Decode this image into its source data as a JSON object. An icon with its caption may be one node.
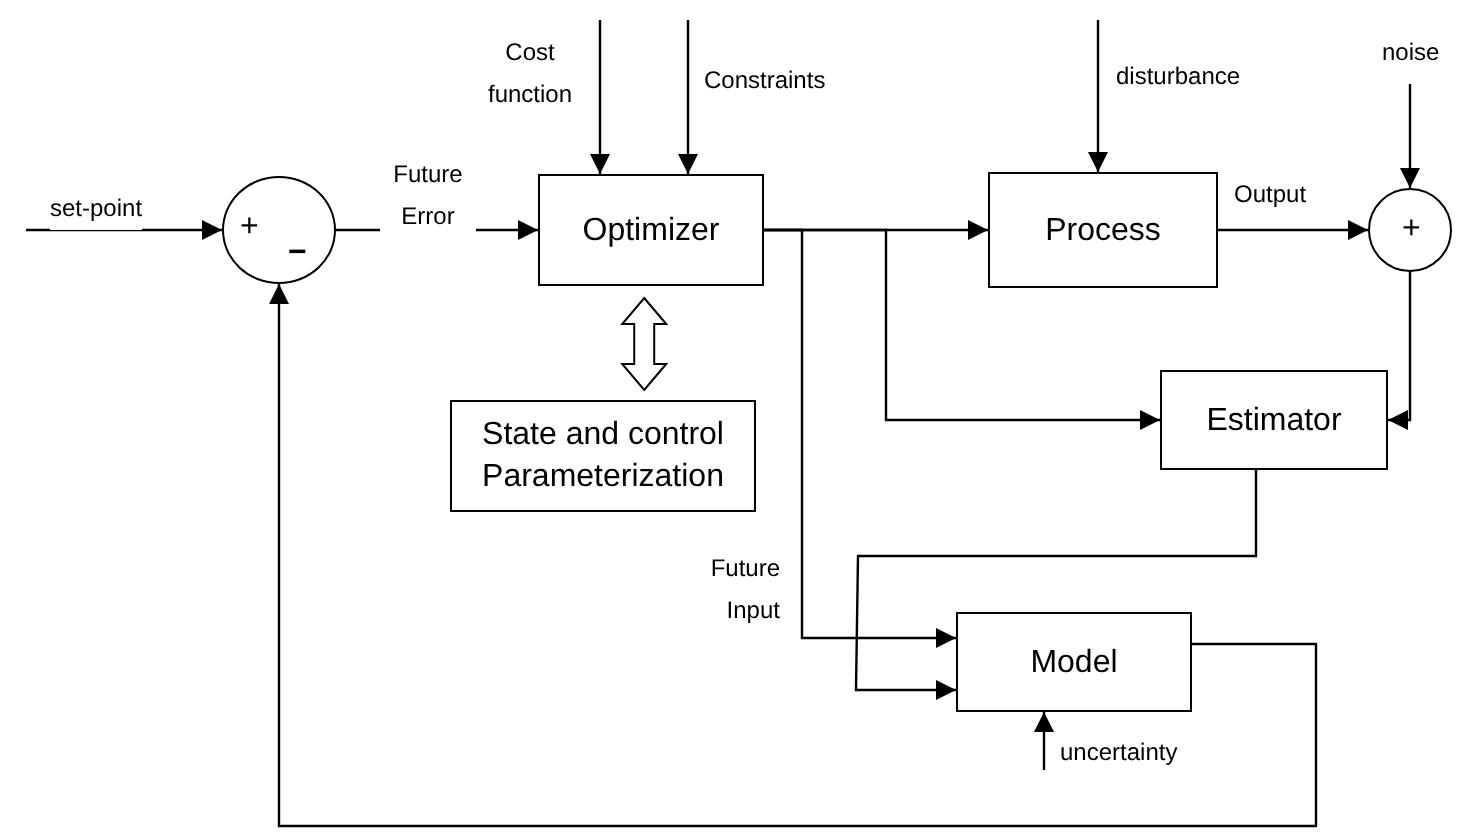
{
  "diagram": {
    "nodes": [
      {
        "text": [
          "+",
          "−"
        ]
      },
      {
        "text": [
          "Optimizer"
        ]
      },
      {
        "text": [
          "State and control Parameterization"
        ]
      },
      {
        "text": [
          "Process"
        ]
      },
      {
        "text": [
          "+"
        ]
      },
      {
        "text": [
          "Estimator"
        ]
      },
      {
        "text": [
          "Model"
        ]
      }
    ],
    "edges": [
      {
        "from": null,
        "to": 0,
        "arrow": "to",
        "label": "set-point"
      },
      {
        "from": 0,
        "to": 1,
        "arrow": "to",
        "label": "Future Error"
      },
      {
        "from": null,
        "to": 1,
        "arrow": "to",
        "label": "Cost function"
      },
      {
        "from": null,
        "to": 1,
        "arrow": "to",
        "label": "Constraints"
      },
      {
        "from": 1,
        "to": 2,
        "arrow": "both",
        "style": "thick"
      },
      {
        "from": 1,
        "to": 3,
        "arrow": "to"
      },
      {
        "from": 1,
        "to": 5,
        "arrow": "to"
      },
      {
        "from": 1,
        "to": 6,
        "arrow": "to",
        "label": "Future Input"
      },
      {
        "from": null,
        "to": 3,
        "arrow": "to",
        "label": "disturbance"
      },
      {
        "from": 3,
        "to": 4,
        "arrow": "to",
        "label": "Output"
      },
      {
        "from": null,
        "to": 4,
        "arrow": "to",
        "label": "noise"
      },
      {
        "from": 4,
        "to": 5,
        "arrow": "to"
      },
      {
        "from": 5,
        "to": 6,
        "arrow": "to"
      },
      {
        "from": 6,
        "to": 0,
        "arrow": "to"
      },
      {
        "from": null,
        "to": 6,
        "arrow": "to",
        "label": "uncertainty"
      }
    ]
  }
}
